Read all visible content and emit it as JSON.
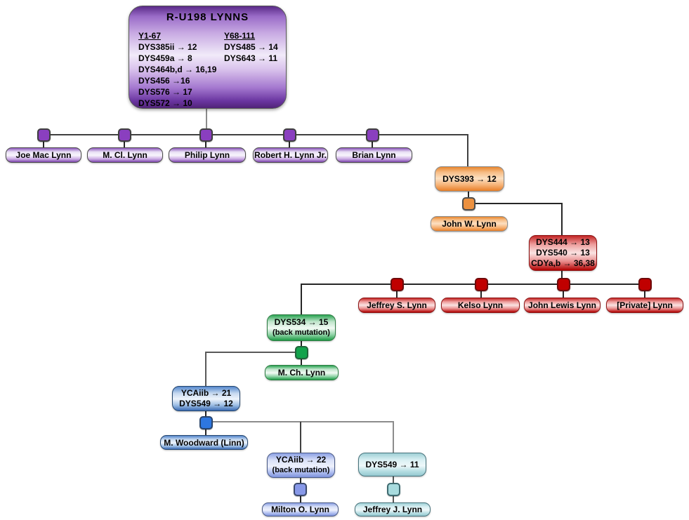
{
  "root_box": {
    "title": "R-U198 LYNNS",
    "columns": [
      {
        "header": "Y1-67",
        "markers": [
          "DYS385ii → 12",
          "DYS459a → 8",
          "DYS464b,d → 16,19",
          "DYS456 →16",
          "DYS576 → 17",
          "DYS572 → 10"
        ]
      },
      {
        "header": "Y68-111",
        "markers": [
          "DYS485 → 14",
          "DYS643 → 11"
        ]
      }
    ]
  },
  "generation1": {
    "names": [
      "Joe Mac Lynn",
      "M. Cl. Lynn",
      "Philip Lynn",
      "Robert H. Lynn Jr.",
      "Brian Lynn"
    ]
  },
  "branch_orange": {
    "mutation": "DYS393 → 12",
    "name": "John W. Lynn"
  },
  "branch_red": {
    "mutations": [
      "DYS444 → 13",
      "DYS540 → 13",
      "CDYa,b → 36,38"
    ],
    "names": [
      "Jeffrey S. Lynn",
      "Kelso Lynn",
      "John Lewis Lynn",
      "[Private] Lynn"
    ]
  },
  "branch_green": {
    "mutation": "DYS534 → 15",
    "note": "(back mutation)",
    "name": "M. Ch. Lynn"
  },
  "branch_blue": {
    "mutations": [
      "YCAiib → 21",
      "DYS549 → 12"
    ],
    "name": "M. Woodward (Linn)"
  },
  "branch_periwinkle": {
    "mutation": "YCAiib → 22",
    "note": "(back mutation)",
    "name": "Milton O. Lynn"
  },
  "branch_cyan": {
    "mutation": "DYS549 → 11",
    "name": "Jeffrey J. Lynn"
  },
  "colors": {
    "purple": "#8a3fbf",
    "orange": "#ed7d31",
    "red": "#c00000",
    "green": "#12a24b",
    "blue": "#2e77e0",
    "periwinkle": "#8798e8",
    "cyan": "#a8dbde",
    "connector_gray": "#8c8c8c",
    "connector_dark": "#262626"
  }
}
